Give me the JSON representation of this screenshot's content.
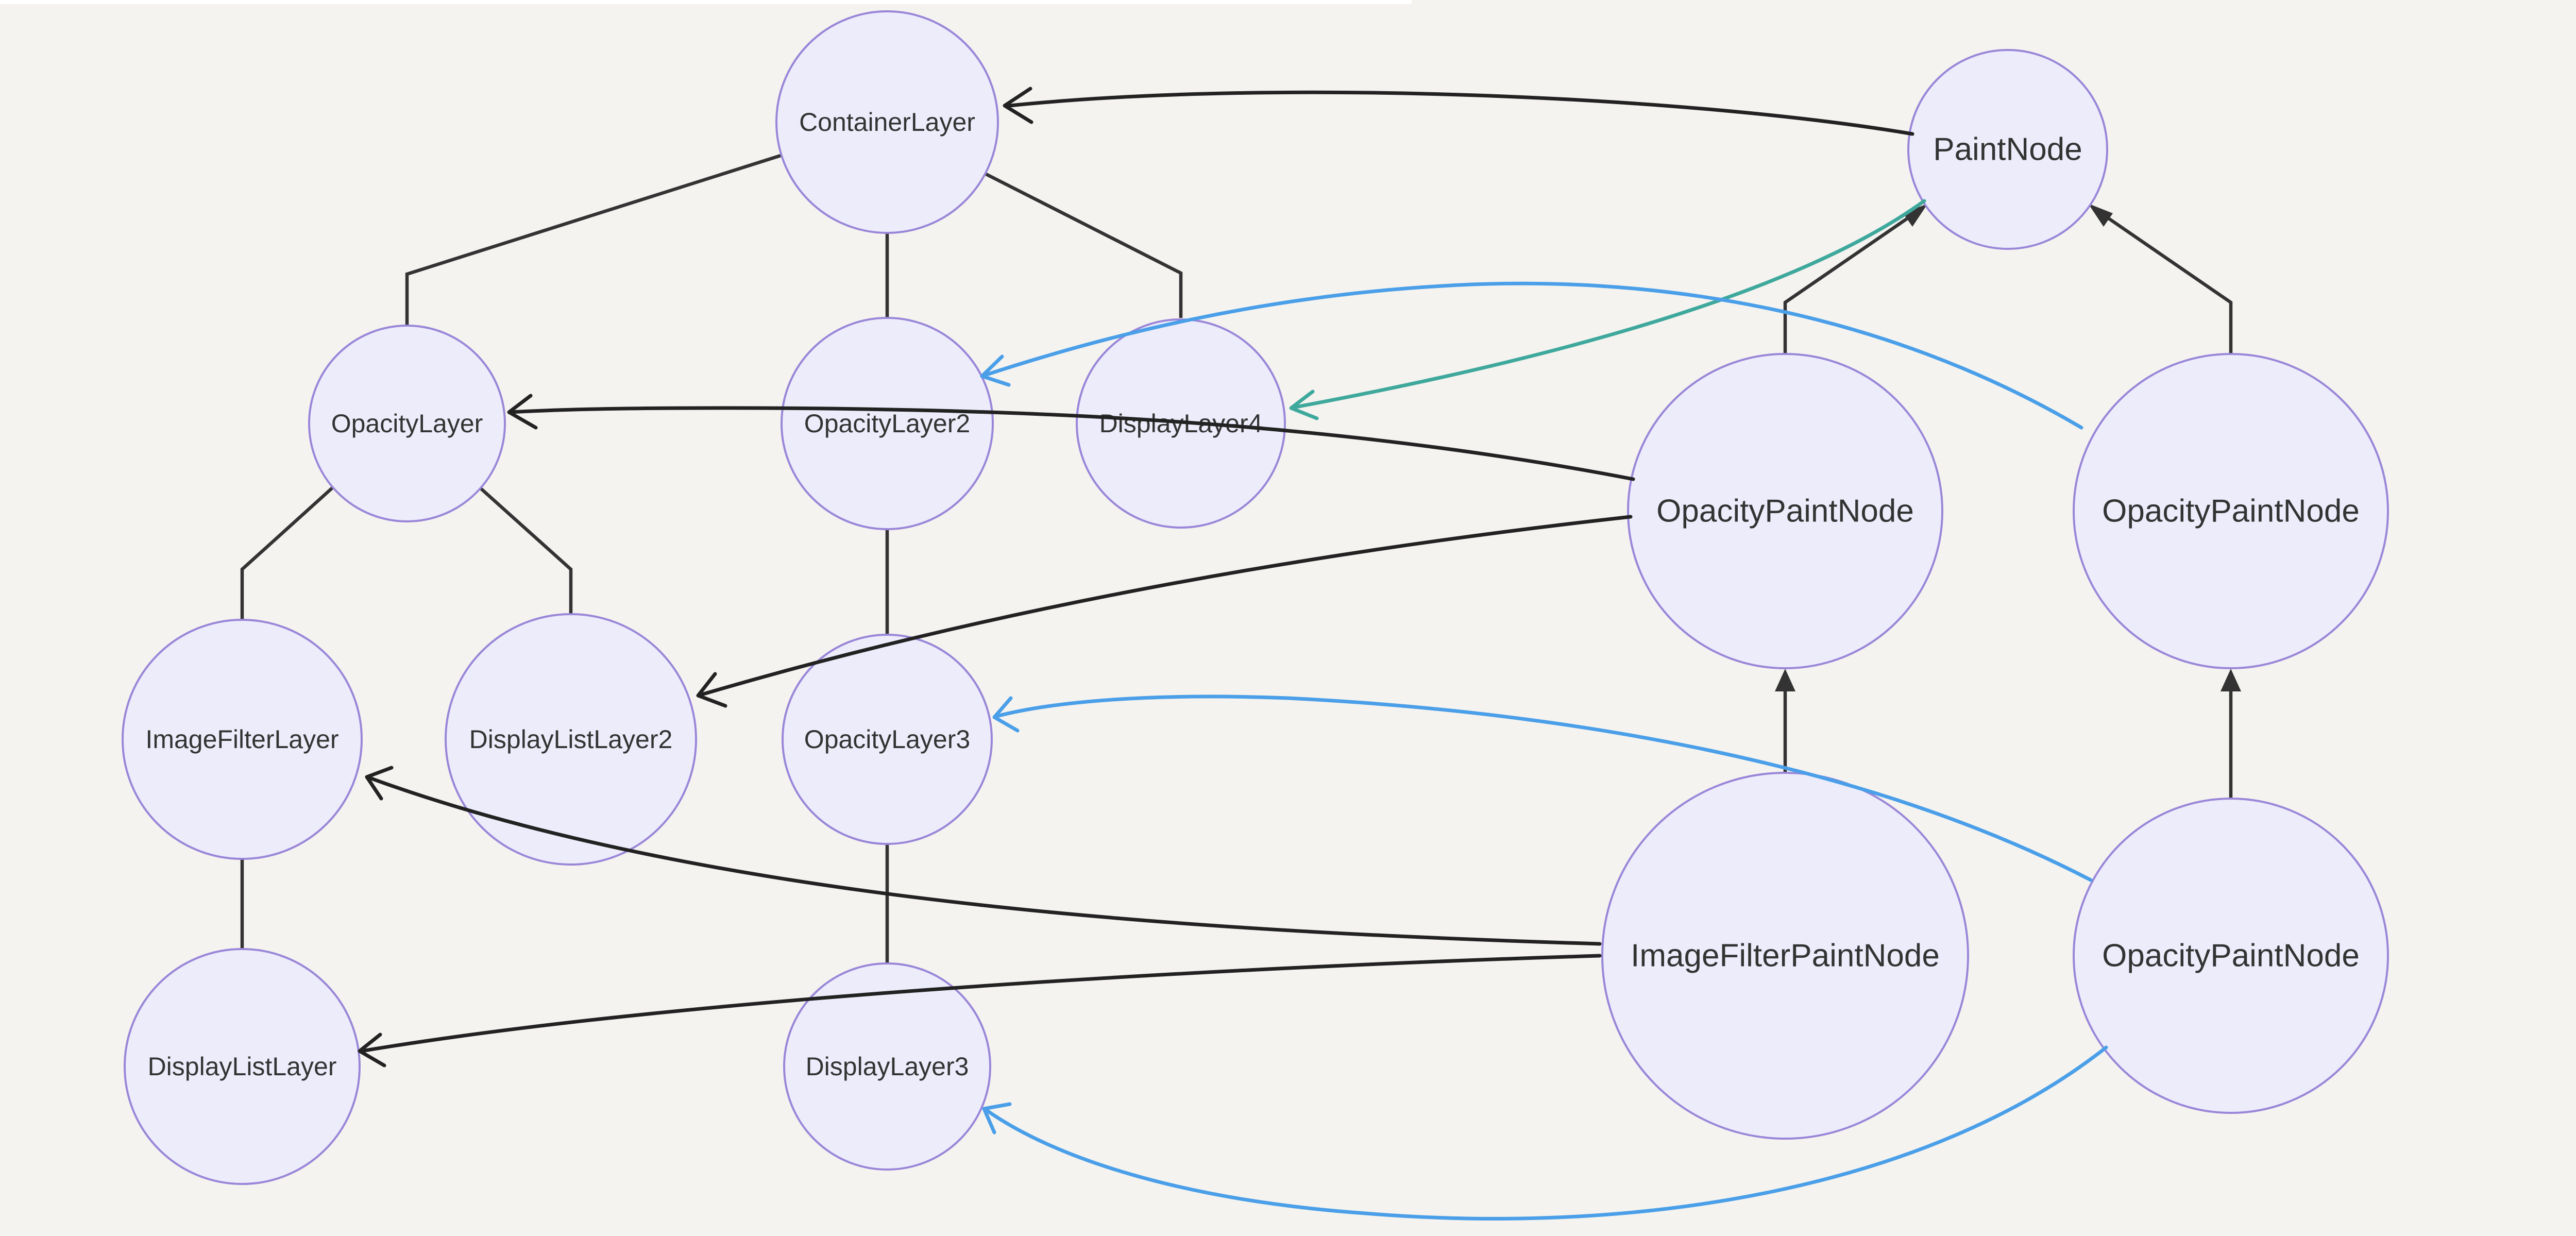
{
  "colors": {
    "background": "#f4f3f0",
    "node_fill": "#ececfb",
    "node_stroke": "#9a86d8",
    "edge_dark": "#222222",
    "edge_blue": "#4a9fe8",
    "edge_teal": "#3fa89c"
  },
  "layer_tree": {
    "nodes": {
      "container_layer": "ContainerLayer",
      "opacity_layer": "OpacityLayer",
      "opacity_layer2": "OpacityLayer2",
      "display_layer4": "DisplayLayer4",
      "image_filter_layer": "ImageFilterLayer",
      "display_list_layer2": "DisplayListLayer2",
      "opacity_layer3": "OpacityLayer3",
      "display_list_layer": "DisplayListLayer",
      "display_layer3": "DisplayLayer3"
    }
  },
  "paint_tree": {
    "nodes": {
      "paint_node": "PaintNode",
      "opacity_paint_node_1": "OpacityPaintNode",
      "opacity_paint_node_2": "OpacityPaintNode",
      "image_filter_paint_node": "ImageFilterPaintNode",
      "opacity_paint_node_3": "OpacityPaintNode"
    }
  }
}
